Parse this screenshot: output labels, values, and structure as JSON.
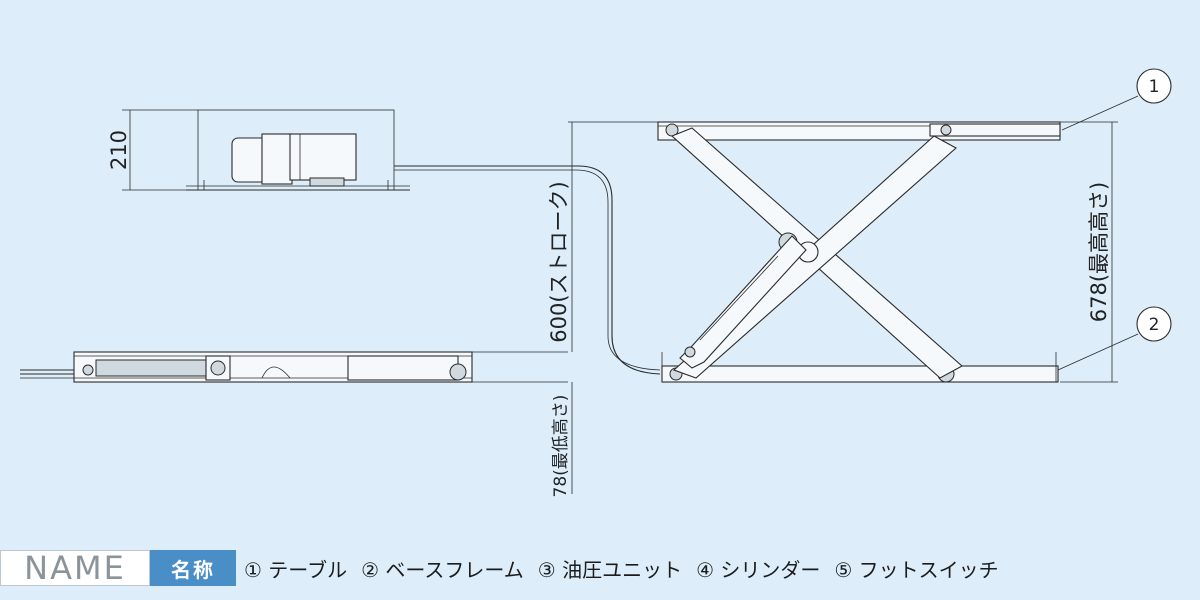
{
  "dimensions": {
    "pump_height": "210",
    "stroke": "600(ストローク)",
    "max_height": "678(最高高さ)",
    "min_height": "78(最低高さ)"
  },
  "callouts": [
    "1",
    "2"
  ],
  "legend": {
    "title": "NAME",
    "label": "名称",
    "items": [
      "① テーブル",
      "② ベースフレーム",
      "③ 油圧ユニット",
      "④ シリンダー",
      "⑤ フットスイッチ"
    ]
  },
  "colors": {
    "background": "#ddeefa",
    "label_accent": "#4a8ec7"
  }
}
